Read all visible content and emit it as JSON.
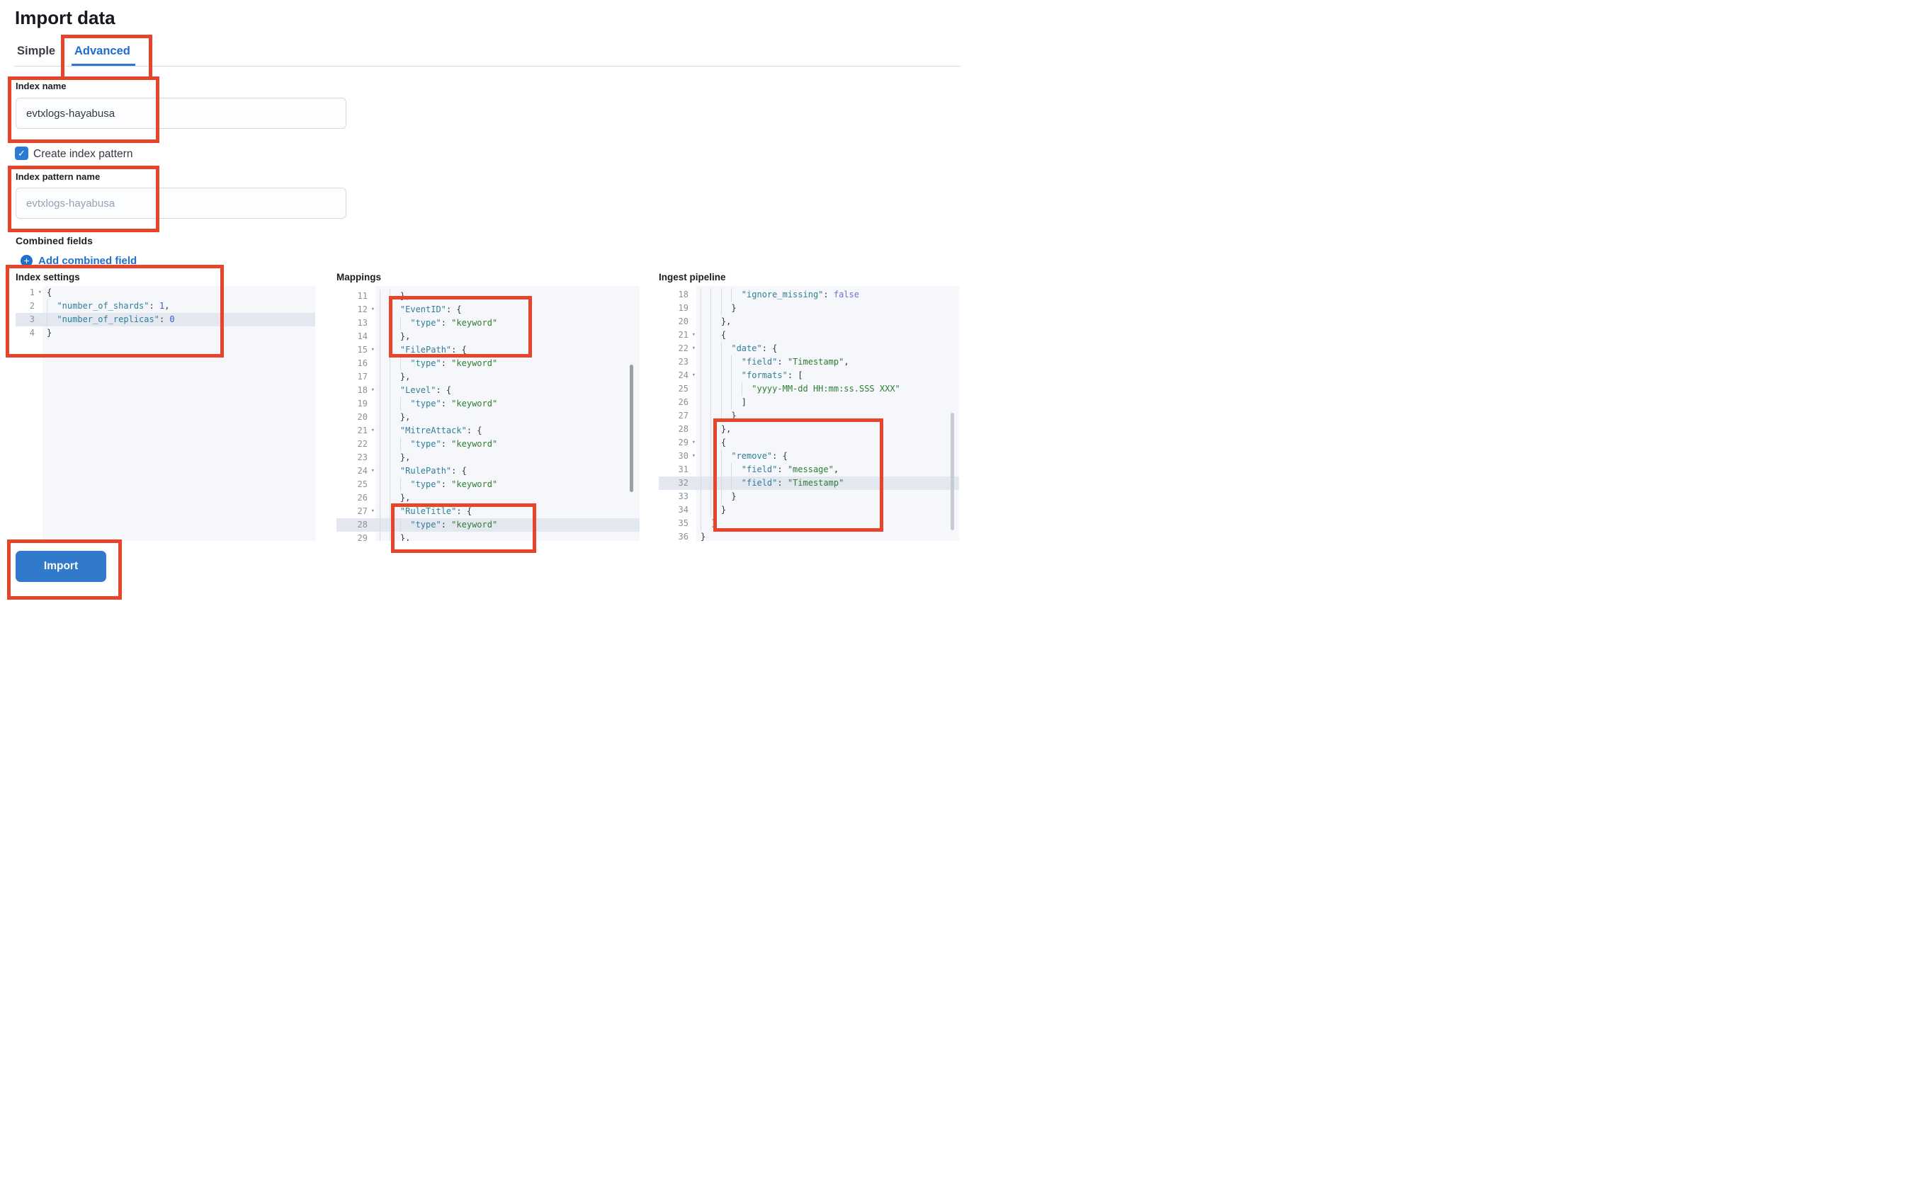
{
  "page_title": "Import data",
  "tabs": {
    "simple": "Simple",
    "advanced": "Advanced",
    "active": "Advanced"
  },
  "form": {
    "index_name_label": "Index name",
    "index_name_value": "evtxlogs-hayabusa",
    "create_index_pattern_label": "Create index pattern",
    "create_index_pattern_checked": true,
    "checkmark": "✓",
    "index_pattern_label": "Index pattern name",
    "index_pattern_placeholder": "evtxlogs-hayabusa",
    "combined_fields_label": "Combined fields",
    "plus_icon": "+",
    "add_combined_field_label": "Add combined field",
    "import_button_label": "Import"
  },
  "colors": {
    "annotation_red": "#e8432b",
    "button_blue": "#3179cb",
    "link_blue": "#2270ce",
    "checkbox_blue": "#2b7ad4",
    "tab_active_blue": "#1e6bd2",
    "editor_bg": "#f5f7fa",
    "active_line_bg": "#e3e8f0",
    "token_key": "#2f7f98",
    "token_string": "#2e7d32",
    "token_number": "#2a63c9",
    "token_boolean": "#6b6fdb"
  },
  "editors": [
    {
      "title": "Index settings",
      "lines": [
        {
          "n": 1,
          "f": true,
          "t": [
            [
              "p",
              "{"
            ]
          ]
        },
        {
          "n": 2,
          "t": [
            [
              "p",
              "  "
            ],
            [
              "k",
              "\"number_of_shards\""
            ],
            [
              "p",
              ": "
            ],
            [
              "n",
              "1"
            ],
            [
              "p",
              ","
            ]
          ]
        },
        {
          "n": 3,
          "a": true,
          "t": [
            [
              "p",
              "  "
            ],
            [
              "k",
              "\"number_of_replicas\""
            ],
            [
              "p",
              ": "
            ],
            [
              "n",
              "0"
            ]
          ]
        },
        {
          "n": 4,
          "t": [
            [
              "p",
              "}"
            ]
          ]
        }
      ]
    },
    {
      "title": "Mappings",
      "lines": [
        {
          "n": 11,
          "t": [
            [
              "p",
              "    },"
            ]
          ]
        },
        {
          "n": 12,
          "f": true,
          "t": [
            [
              "p",
              "    "
            ],
            [
              "k",
              "\"EventID\""
            ],
            [
              "p",
              ": {"
            ]
          ]
        },
        {
          "n": 13,
          "t": [
            [
              "p",
              "      "
            ],
            [
              "k",
              "\"type\""
            ],
            [
              "p",
              ": "
            ],
            [
              "s",
              "\"keyword\""
            ]
          ]
        },
        {
          "n": 14,
          "t": [
            [
              "p",
              "    },"
            ]
          ]
        },
        {
          "n": 15,
          "f": true,
          "t": [
            [
              "p",
              "    "
            ],
            [
              "k",
              "\"FilePath\""
            ],
            [
              "p",
              ": {"
            ]
          ]
        },
        {
          "n": 16,
          "t": [
            [
              "p",
              "      "
            ],
            [
              "k",
              "\"type\""
            ],
            [
              "p",
              ": "
            ],
            [
              "s",
              "\"keyword\""
            ]
          ]
        },
        {
          "n": 17,
          "t": [
            [
              "p",
              "    },"
            ]
          ]
        },
        {
          "n": 18,
          "f": true,
          "t": [
            [
              "p",
              "    "
            ],
            [
              "k",
              "\"Level\""
            ],
            [
              "p",
              ": {"
            ]
          ]
        },
        {
          "n": 19,
          "t": [
            [
              "p",
              "      "
            ],
            [
              "k",
              "\"type\""
            ],
            [
              "p",
              ": "
            ],
            [
              "s",
              "\"keyword\""
            ]
          ]
        },
        {
          "n": 20,
          "t": [
            [
              "p",
              "    },"
            ]
          ]
        },
        {
          "n": 21,
          "f": true,
          "t": [
            [
              "p",
              "    "
            ],
            [
              "k",
              "\"MitreAttack\""
            ],
            [
              "p",
              ": {"
            ]
          ]
        },
        {
          "n": 22,
          "t": [
            [
              "p",
              "      "
            ],
            [
              "k",
              "\"type\""
            ],
            [
              "p",
              ": "
            ],
            [
              "s",
              "\"keyword\""
            ]
          ]
        },
        {
          "n": 23,
          "t": [
            [
              "p",
              "    },"
            ]
          ]
        },
        {
          "n": 24,
          "f": true,
          "t": [
            [
              "p",
              "    "
            ],
            [
              "k",
              "\"RulePath\""
            ],
            [
              "p",
              ": {"
            ]
          ]
        },
        {
          "n": 25,
          "t": [
            [
              "p",
              "      "
            ],
            [
              "k",
              "\"type\""
            ],
            [
              "p",
              ": "
            ],
            [
              "s",
              "\"keyword\""
            ]
          ]
        },
        {
          "n": 26,
          "t": [
            [
              "p",
              "    },"
            ]
          ]
        },
        {
          "n": 27,
          "f": true,
          "t": [
            [
              "p",
              "    "
            ],
            [
              "k",
              "\"RuleTitle\""
            ],
            [
              "p",
              ": {"
            ]
          ]
        },
        {
          "n": 28,
          "a": true,
          "t": [
            [
              "p",
              "      "
            ],
            [
              "k",
              "\"type\""
            ],
            [
              "p",
              ": "
            ],
            [
              "s",
              "\"keyword\""
            ]
          ]
        },
        {
          "n": 29,
          "t": [
            [
              "p",
              "    },"
            ]
          ]
        }
      ]
    },
    {
      "title": "Ingest pipeline",
      "lines": [
        {
          "n": 18,
          "t": [
            [
              "p",
              "        "
            ],
            [
              "k",
              "\"ignore_missing\""
            ],
            [
              "p",
              ": "
            ],
            [
              "b",
              "false"
            ]
          ]
        },
        {
          "n": 19,
          "t": [
            [
              "p",
              "      }"
            ]
          ]
        },
        {
          "n": 20,
          "t": [
            [
              "p",
              "    },"
            ]
          ]
        },
        {
          "n": 21,
          "f": true,
          "t": [
            [
              "p",
              "    {"
            ]
          ]
        },
        {
          "n": 22,
          "f": true,
          "t": [
            [
              "p",
              "      "
            ],
            [
              "k",
              "\"date\""
            ],
            [
              "p",
              ": {"
            ]
          ]
        },
        {
          "n": 23,
          "t": [
            [
              "p",
              "        "
            ],
            [
              "k",
              "\"field\""
            ],
            [
              "p",
              ": "
            ],
            [
              "s",
              "\"Timestamp\""
            ],
            [
              "p",
              ","
            ]
          ]
        },
        {
          "n": 24,
          "f": true,
          "t": [
            [
              "p",
              "        "
            ],
            [
              "k",
              "\"formats\""
            ],
            [
              "p",
              ": ["
            ]
          ]
        },
        {
          "n": 25,
          "t": [
            [
              "p",
              "          "
            ],
            [
              "s",
              "\"yyyy-MM-dd HH:mm:ss.SSS XXX\""
            ]
          ]
        },
        {
          "n": 26,
          "t": [
            [
              "p",
              "        ]"
            ]
          ]
        },
        {
          "n": 27,
          "t": [
            [
              "p",
              "      }"
            ]
          ]
        },
        {
          "n": 28,
          "t": [
            [
              "p",
              "    },"
            ]
          ]
        },
        {
          "n": 29,
          "f": true,
          "t": [
            [
              "p",
              "    {"
            ]
          ]
        },
        {
          "n": 30,
          "f": true,
          "t": [
            [
              "p",
              "      "
            ],
            [
              "k",
              "\"remove\""
            ],
            [
              "p",
              ": {"
            ]
          ]
        },
        {
          "n": 31,
          "t": [
            [
              "p",
              "        "
            ],
            [
              "k",
              "\"field\""
            ],
            [
              "p",
              ": "
            ],
            [
              "s",
              "\"message\""
            ],
            [
              "p",
              ","
            ]
          ]
        },
        {
          "n": 32,
          "a": true,
          "t": [
            [
              "p",
              "        "
            ],
            [
              "k",
              "\"field\""
            ],
            [
              "p",
              ": "
            ],
            [
              "s",
              "\"Timestamp\""
            ]
          ]
        },
        {
          "n": 33,
          "t": [
            [
              "p",
              "      }"
            ]
          ]
        },
        {
          "n": 34,
          "t": [
            [
              "p",
              "    }"
            ]
          ]
        },
        {
          "n": 35,
          "t": [
            [
              "p",
              "  ]"
            ]
          ]
        },
        {
          "n": 36,
          "t": [
            [
              "p",
              "}"
            ]
          ]
        }
      ]
    }
  ]
}
